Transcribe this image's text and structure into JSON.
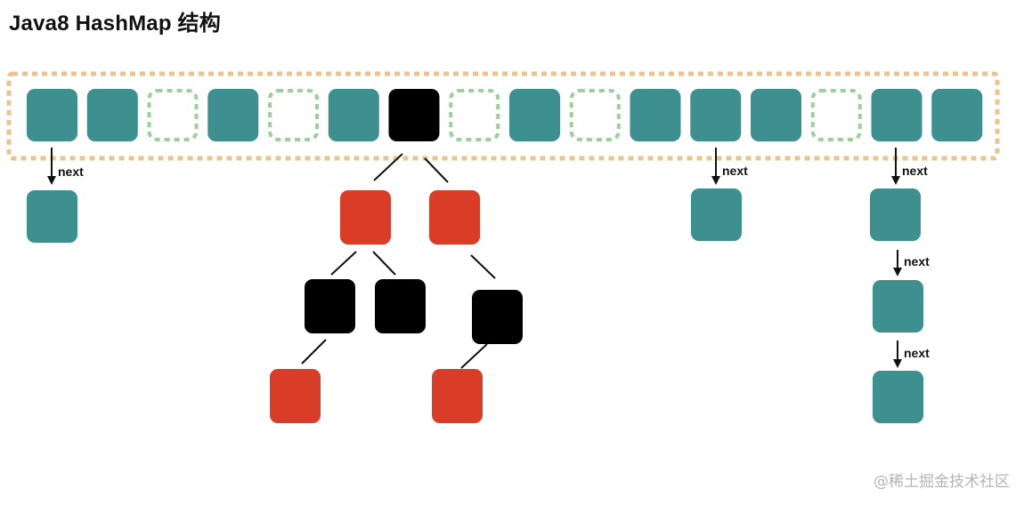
{
  "title": "Java8 HashMap 结构",
  "watermark": "@稀土掘金技术社区",
  "link_label": "next",
  "colors": {
    "filled_bucket": "#3d8f90",
    "empty_bucket_border": "#9ccf9c",
    "array_border": "#e9c48e",
    "tree_black": "#000000",
    "tree_red": "#d93d28",
    "line": "#111111"
  },
  "buckets": [
    "filled",
    "filled",
    "empty",
    "filled",
    "empty",
    "filled",
    "tree-root",
    "empty",
    "filled",
    "empty",
    "filled",
    "filled",
    "filled",
    "empty",
    "filled",
    "filled"
  ],
  "linked_lists": [
    {
      "bucket_index": 0,
      "nodes": 1
    },
    {
      "bucket_index": 11,
      "nodes": 1
    },
    {
      "bucket_index": 14,
      "nodes": 3
    }
  ],
  "red_black_tree": {
    "root": "black",
    "level_1": [
      "red",
      "red"
    ],
    "level_2": [
      "black",
      "black",
      "black"
    ],
    "level_3": [
      "red",
      "red"
    ]
  }
}
